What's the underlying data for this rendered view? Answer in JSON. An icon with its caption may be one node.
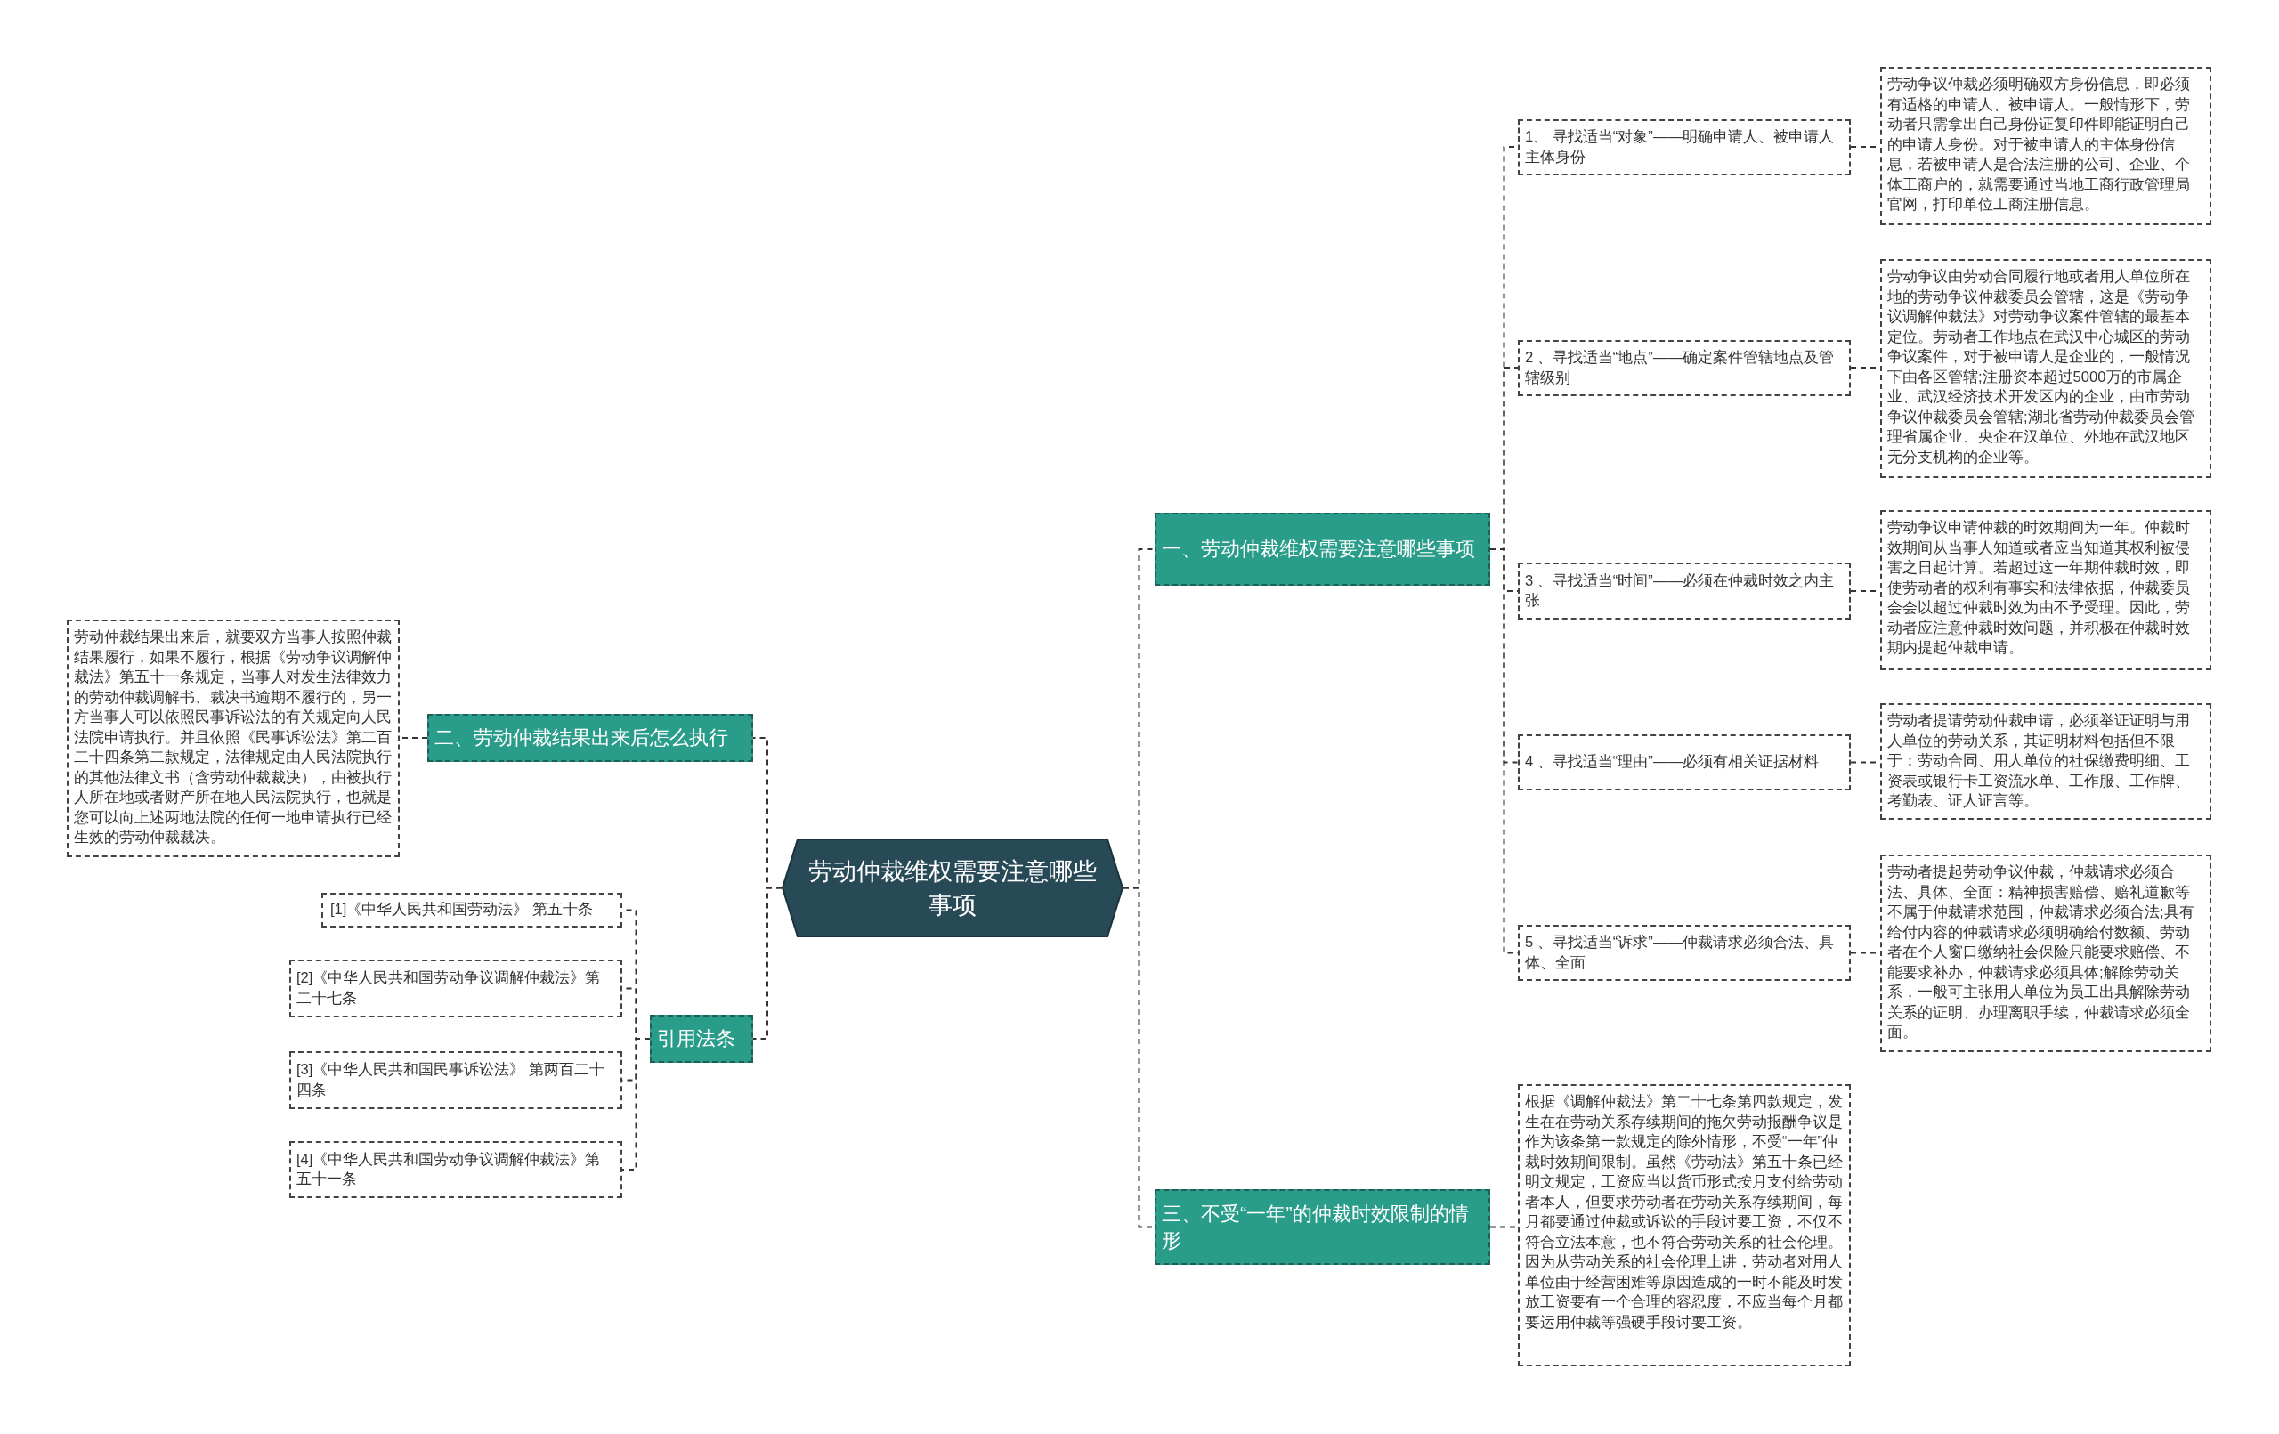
{
  "diagram": {
    "nodes": [
      {
        "text": [
          "劳动仲裁维权需要注意哪些事项"
        ]
      },
      {
        "text": [
          "一、劳动仲裁维权需要注意哪些事项"
        ]
      },
      {
        "text": [
          "1、 寻找适当“对象”——明确申请人、被申请人主体身份"
        ]
      },
      {
        "text": [
          "劳动争议仲裁必须明确双方身份信息，即必须有适格的申请人、被申请人。一般情形下，劳动者只需拿出自己身份证复印件即能证明自己的申请人身份。对于被申请人的主体身份信息，若被申请人是合法注册的公司、企业、个体工商户的，就需要通过当地工商行政管理局官网，打印单位工商注册信息。"
        ]
      },
      {
        "text": [
          "2 、寻找适当“地点”——确定案件管辖地点及管辖级别"
        ]
      },
      {
        "text": [
          "劳动争议由劳动合同履行地或者用人单位所在地的劳动争议仲裁委员会管辖，这是《劳动争议调解仲裁法》对劳动争议案件管辖的最基本定位。劳动者工作地点在武汉中心城区的劳动争议案件，对于被申请人是企业的，一般情况下由各区管辖;注册资本超过5000万的市属企业、武汉经济技术开发区内的企业，由市劳动争议仲裁委员会管辖;湖北省劳动仲裁委员会管理省属企业、央企在汉单位、外地在武汉地区无分支机构的企业等。"
        ]
      },
      {
        "text": [
          "3 、寻找适当“时间”——必须在仲裁时效之内主张"
        ]
      },
      {
        "text": [
          "劳动争议申请仲裁的时效期间为一年。仲裁时效期间从当事人知道或者应当知道其权利被侵害之日起计算。若超过这一年期仲裁时效，即使劳动者的权利有事实和法律依据，仲裁委员会会以超过仲裁时效为由不予受理。因此，劳动者应注意仲裁时效问题，并积极在仲裁时效期内提起仲裁申请。"
        ]
      },
      {
        "text": [
          "4 、寻找适当“理由”——必须有相关证据材料"
        ]
      },
      {
        "text": [
          "劳动者提请劳动仲裁申请，必须举证证明与用人单位的劳动关系，其证明材料包括但不限于：劳动合同、用人单位的社保缴费明细、工资表或银行卡工资流水单、工作服、工作牌、考勤表、证人证言等。"
        ]
      },
      {
        "text": [
          "5 、寻找适当“诉求”——仲裁请求必须合法、具体、全面"
        ]
      },
      {
        "text": [
          "劳动者提起劳动争议仲裁，仲裁请求必须合法、具体、全面：精神损害赔偿、赔礼道歉等不属于仲裁请求范围，仲裁请求必须合法;具有给付内容的仲裁请求必须明确给付数额、劳动者在个人窗口缴纳社会保险只能要求赔偿、不能要求补办，仲裁请求必须具体;解除劳动关系，一般可主张用人单位为员工出具解除劳动关系的证明、办理离职手续，仲裁请求必须全面。"
        ]
      },
      {
        "text": [
          "三、不受“一年”的仲裁时效限制的情形"
        ]
      },
      {
        "text": [
          "根据《调解仲裁法》第二十七条第四款规定，发生在在劳动关系存续期间的拖欠劳动报酬争议是作为该条第一款规定的除外情形，不受“一年”仲裁时效期间限制。虽然《劳动法》第五十条已经明文规定，工资应当以货币形式按月支付给劳动者本人，但要求劳动者在劳动关系存续期间，每月都要通过仲裁或诉讼的手段讨要工资，不仅不符合立法本意，也不符合劳动关系的社会伦理。因为从劳动关系的社会伦理上讲，劳动者对用人单位由于经营困难等原因造成的一时不能及时发放工资要有一个合理的容忍度，不应当每个月都要运用仲裁等强硬手段讨要工资。"
        ]
      },
      {
        "text": [
          "二、劳动仲裁结果出来后怎么执行"
        ]
      },
      {
        "text": [
          "劳动仲裁结果出来后，就要双方当事人按照仲裁结果履行，如果不履行，根据《劳动争议调解仲裁法》第五十一条规定，当事人对发生法律效力的劳动仲裁调解书、裁决书逾期不履行的，另一方当事人可以依照民事诉讼法的有关规定向人民法院申请执行。并且依照《民事诉讼法》第二百二十四条第二款规定，法律规定由人民法院执行的其他法律文书（含劳动仲裁裁决），由被执行人所在地或者财产所在地人民法院执行，也就是您可以向上述两地法院的任何一地申请执行已经生效的劳动仲裁裁决。"
        ]
      },
      {
        "text": [
          "引用法条"
        ]
      },
      {
        "text": [
          "[1]《中华人民共和国劳动法》 第五十条"
        ]
      },
      {
        "text": [
          "[2]《中华人民共和国劳动争议调解仲裁法》第二十七条"
        ]
      },
      {
        "text": [
          "[3]《中华人民共和国民事诉讼法》 第两百二十四条"
        ]
      },
      {
        "text": [
          "[4]《中华人民共和国劳动争议调解仲裁法》第五十一条"
        ]
      }
    ],
    "edges": [
      {
        "from": 0,
        "to": 1,
        "arrow": "none",
        "style": "dashed"
      },
      {
        "from": 1,
        "to": 2,
        "arrow": "none",
        "style": "dashed"
      },
      {
        "from": 2,
        "to": 3,
        "arrow": "none",
        "style": "dashed"
      },
      {
        "from": 1,
        "to": 4,
        "arrow": "none",
        "style": "dashed"
      },
      {
        "from": 4,
        "to": 5,
        "arrow": "none",
        "style": "dashed"
      },
      {
        "from": 1,
        "to": 6,
        "arrow": "none",
        "style": "dashed"
      },
      {
        "from": 6,
        "to": 7,
        "arrow": "none",
        "style": "dashed"
      },
      {
        "from": 1,
        "to": 8,
        "arrow": "none",
        "style": "dashed"
      },
      {
        "from": 8,
        "to": 9,
        "arrow": "none",
        "style": "dashed"
      },
      {
        "from": 1,
        "to": 10,
        "arrow": "none",
        "style": "dashed"
      },
      {
        "from": 10,
        "to": 11,
        "arrow": "none",
        "style": "dashed"
      },
      {
        "from": 0,
        "to": 12,
        "arrow": "none",
        "style": "dashed"
      },
      {
        "from": 12,
        "to": 13,
        "arrow": "none",
        "style": "dashed"
      },
      {
        "from": 0,
        "to": 14,
        "arrow": "none",
        "style": "dashed"
      },
      {
        "from": 14,
        "to": 15,
        "arrow": "none",
        "style": "dashed"
      },
      {
        "from": 0,
        "to": 16,
        "arrow": "none",
        "style": "dashed"
      },
      {
        "from": 16,
        "to": 17,
        "arrow": "none",
        "style": "dashed"
      },
      {
        "from": 16,
        "to": 18,
        "arrow": "none",
        "style": "dashed"
      },
      {
        "from": 16,
        "to": 19,
        "arrow": "none",
        "style": "dashed"
      },
      {
        "from": 16,
        "to": 20,
        "arrow": "none",
        "style": "dashed"
      }
    ]
  }
}
